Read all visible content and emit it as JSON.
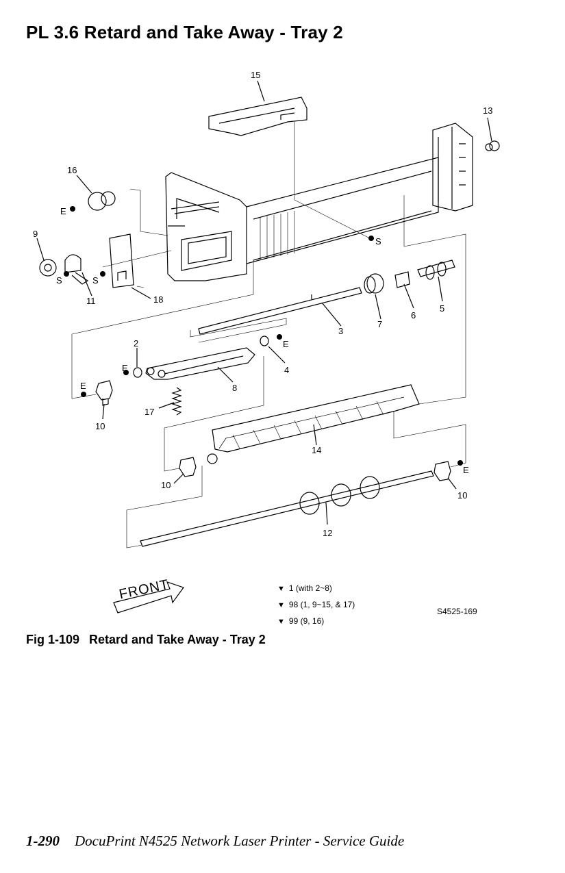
{
  "title": "PL 3.6 Retard and Take Away - Tray 2",
  "callouts": {
    "c15": "15",
    "c13": "13",
    "c16": "16",
    "c9": "9",
    "c11": "11",
    "c18": "18",
    "c3": "3",
    "c7": "7",
    "c6": "6",
    "c5": "5",
    "c2": "2",
    "c4": "4",
    "c8": "8",
    "c17": "17",
    "c10a": "10",
    "c10b": "10",
    "c10c": "10",
    "c14": "14",
    "c12": "12"
  },
  "markers": {
    "E": "E",
    "S": "S"
  },
  "front_label": "FRONT",
  "legend": [
    "1 (with 2~8)",
    "98 (1, 9~15, & 17)",
    "99 (9, 16)"
  ],
  "legend_symbol": "▼",
  "drawing_id": "S4525-169",
  "figure": {
    "number": "Fig 1-109",
    "title": "Retard and Take Away - Tray 2"
  },
  "footer": {
    "page": "1-290",
    "text": "DocuPrint N4525 Network Laser Printer - Service Guide"
  }
}
